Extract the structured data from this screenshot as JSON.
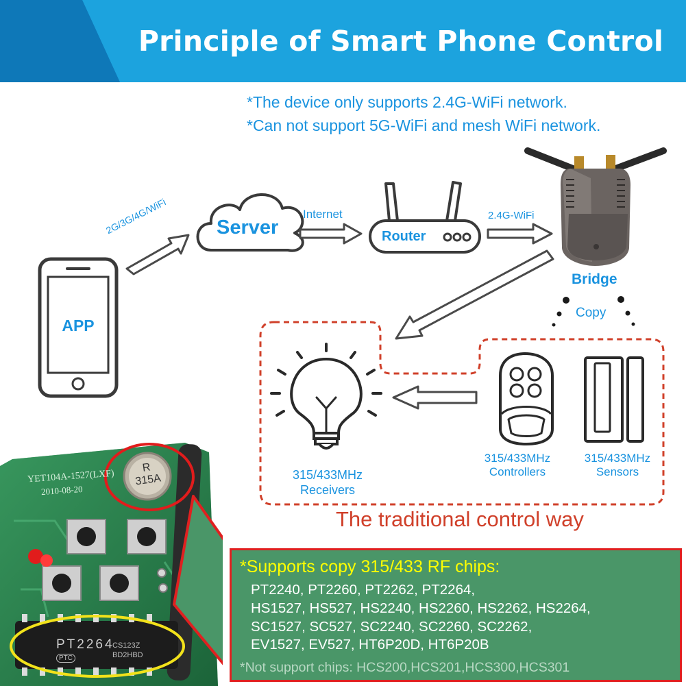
{
  "header": {
    "title": "Principle of Smart Phone Control",
    "colors": {
      "banner": "#1a9ad7",
      "banner_dark": "#0f7fc0"
    }
  },
  "notes": [
    "*The device only supports 2.4G-WiFi network.",
    "*Can not support 5G-WiFi and mesh WiFi network."
  ],
  "diagram": {
    "phone_label": "APP",
    "link_phone_server": "2G/3G/4G/WiFi",
    "server_label": "Server",
    "link_server_router": "Internet",
    "router_label": "Router",
    "link_router_bridge": "2.4G-WiFi",
    "bridge_label": "Bridge",
    "copy_label": "Copy",
    "receivers_label": [
      "315/433MHz",
      "Receivers"
    ],
    "controllers_label": [
      "315/433MHz",
      "Controllers"
    ],
    "sensors_label": [
      "315/433MHz",
      "Sensors"
    ],
    "traditional_label": "The traditional control way",
    "colors": {
      "accent_blue": "#1a93df",
      "dashed_red": "#d0402a"
    }
  },
  "pcb": {
    "board_text": "YET104A-1527(LXF)",
    "board_date": "2010-08-20",
    "crystal_text": [
      "R",
      "315A"
    ],
    "chip_text": [
      "PT2264",
      "CS123Z",
      "BD2HBD"
    ],
    "chip_logo": "PTC"
  },
  "info": {
    "title": "*Supports copy 315/433 RF chips:",
    "chips": [
      "PT2240, PT2260, PT2262, PT2264,",
      "HS1527, HS527, HS2240, HS2260, HS2262, HS2264,",
      "SC1527, SC527, SC2240, SC2260, SC2262,",
      "EV1527, EV527, HT6P20D, HT6P20B"
    ],
    "not_supported": "*Not support chips: HCS200,HCS201,HCS300,HCS301",
    "colors": {
      "box": "#4a9668",
      "border": "#e02020",
      "title": "#ffff00"
    }
  }
}
